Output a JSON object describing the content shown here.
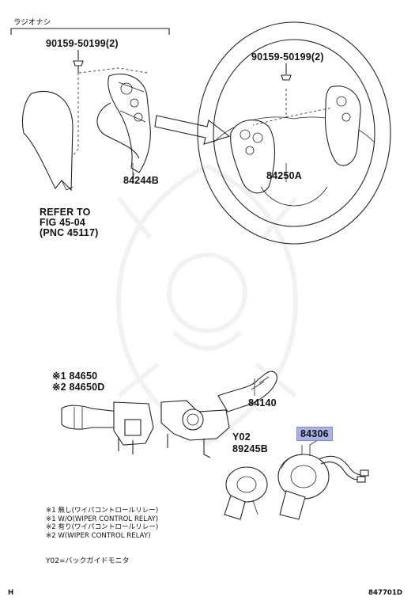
{
  "header": {
    "bracket_label": "ラジオナシ"
  },
  "parts": {
    "screw_left": "90159-50199(2)",
    "screw_right": "90159-50199(2)",
    "switch_left": "84244B",
    "switch_assy": "84250A",
    "refer_lines": [
      "REFER TO",
      "FIG 45-04",
      "(PNC 45117)"
    ],
    "combo_switch_a": "※1 84650",
    "combo_switch_b": "※2 84650D",
    "combo_switch_right": "84140",
    "y02_code": "Y02",
    "y02_part": "89245B",
    "spiral_cable": "84306"
  },
  "notes": [
    "※1 無し(ワイパコントロールリレー)",
    "※1 W/O(WIPER CONTROL RELAY)",
    "※2 有り(ワイパコントロールリレー)",
    "※2 W(WIPER CONTROL RELAY)"
  ],
  "footnote": "Y02=バックガイドモニタ",
  "footer": {
    "left": "H",
    "right": "847701D"
  },
  "colors": {
    "highlight": "#a9b3e8",
    "line": "#222222"
  }
}
